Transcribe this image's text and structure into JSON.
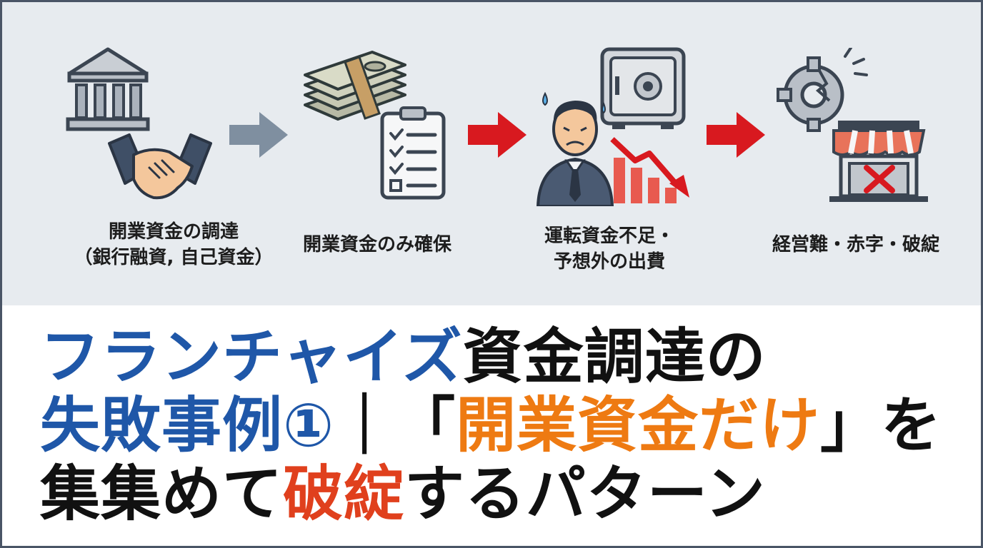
{
  "steps": [
    {
      "line1": "開業資金の調達",
      "line2": "（銀行融資, 自己資金）",
      "icons": [
        "bank-icon",
        "handshake-icon"
      ]
    },
    {
      "line1": "開業資金のみ確保",
      "line2": "",
      "icons": [
        "money-stack-icon",
        "checklist-icon"
      ]
    },
    {
      "line1": "運転資金不足・",
      "line2": "予想外の出費",
      "icons": [
        "worried-man-icon",
        "safe-icon",
        "declining-chart-icon"
      ]
    },
    {
      "line1": "経営難・赤字・破綻",
      "line2": "",
      "icons": [
        "broken-gear-icon",
        "closed-shop-icon"
      ]
    }
  ],
  "arrows": [
    {
      "icon": "arrow-right-icon",
      "color": "#7f8fa0"
    },
    {
      "icon": "arrow-right-icon",
      "color": "#d8191f"
    },
    {
      "icon": "arrow-right-icon",
      "color": "#d8191f"
    }
  ],
  "headline": {
    "line1": {
      "blue": "フランチャイズ",
      "black": "資金調達の"
    },
    "line2": {
      "blue": "失敗事例①",
      "black_sep": "｜「",
      "orange": "開業資金だけ",
      "black_end": "」を"
    },
    "line3": {
      "black_start": "集集めて",
      "red": "破綻",
      "black_end": "するパターン"
    }
  },
  "colors": {
    "banner_bg": "#e7ebef",
    "blue": "#1f57a8",
    "orange": "#ee7a12",
    "red": "#e0401d",
    "arrow_red": "#d8191f",
    "arrow_gray": "#7f8fa0"
  }
}
